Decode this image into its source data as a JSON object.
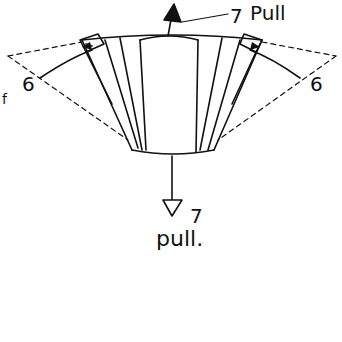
{
  "diagram": {
    "labels": [
      "7",
      "Pull",
      "6",
      "6",
      "7",
      "pull.",
      "f"
    ]
  }
}
